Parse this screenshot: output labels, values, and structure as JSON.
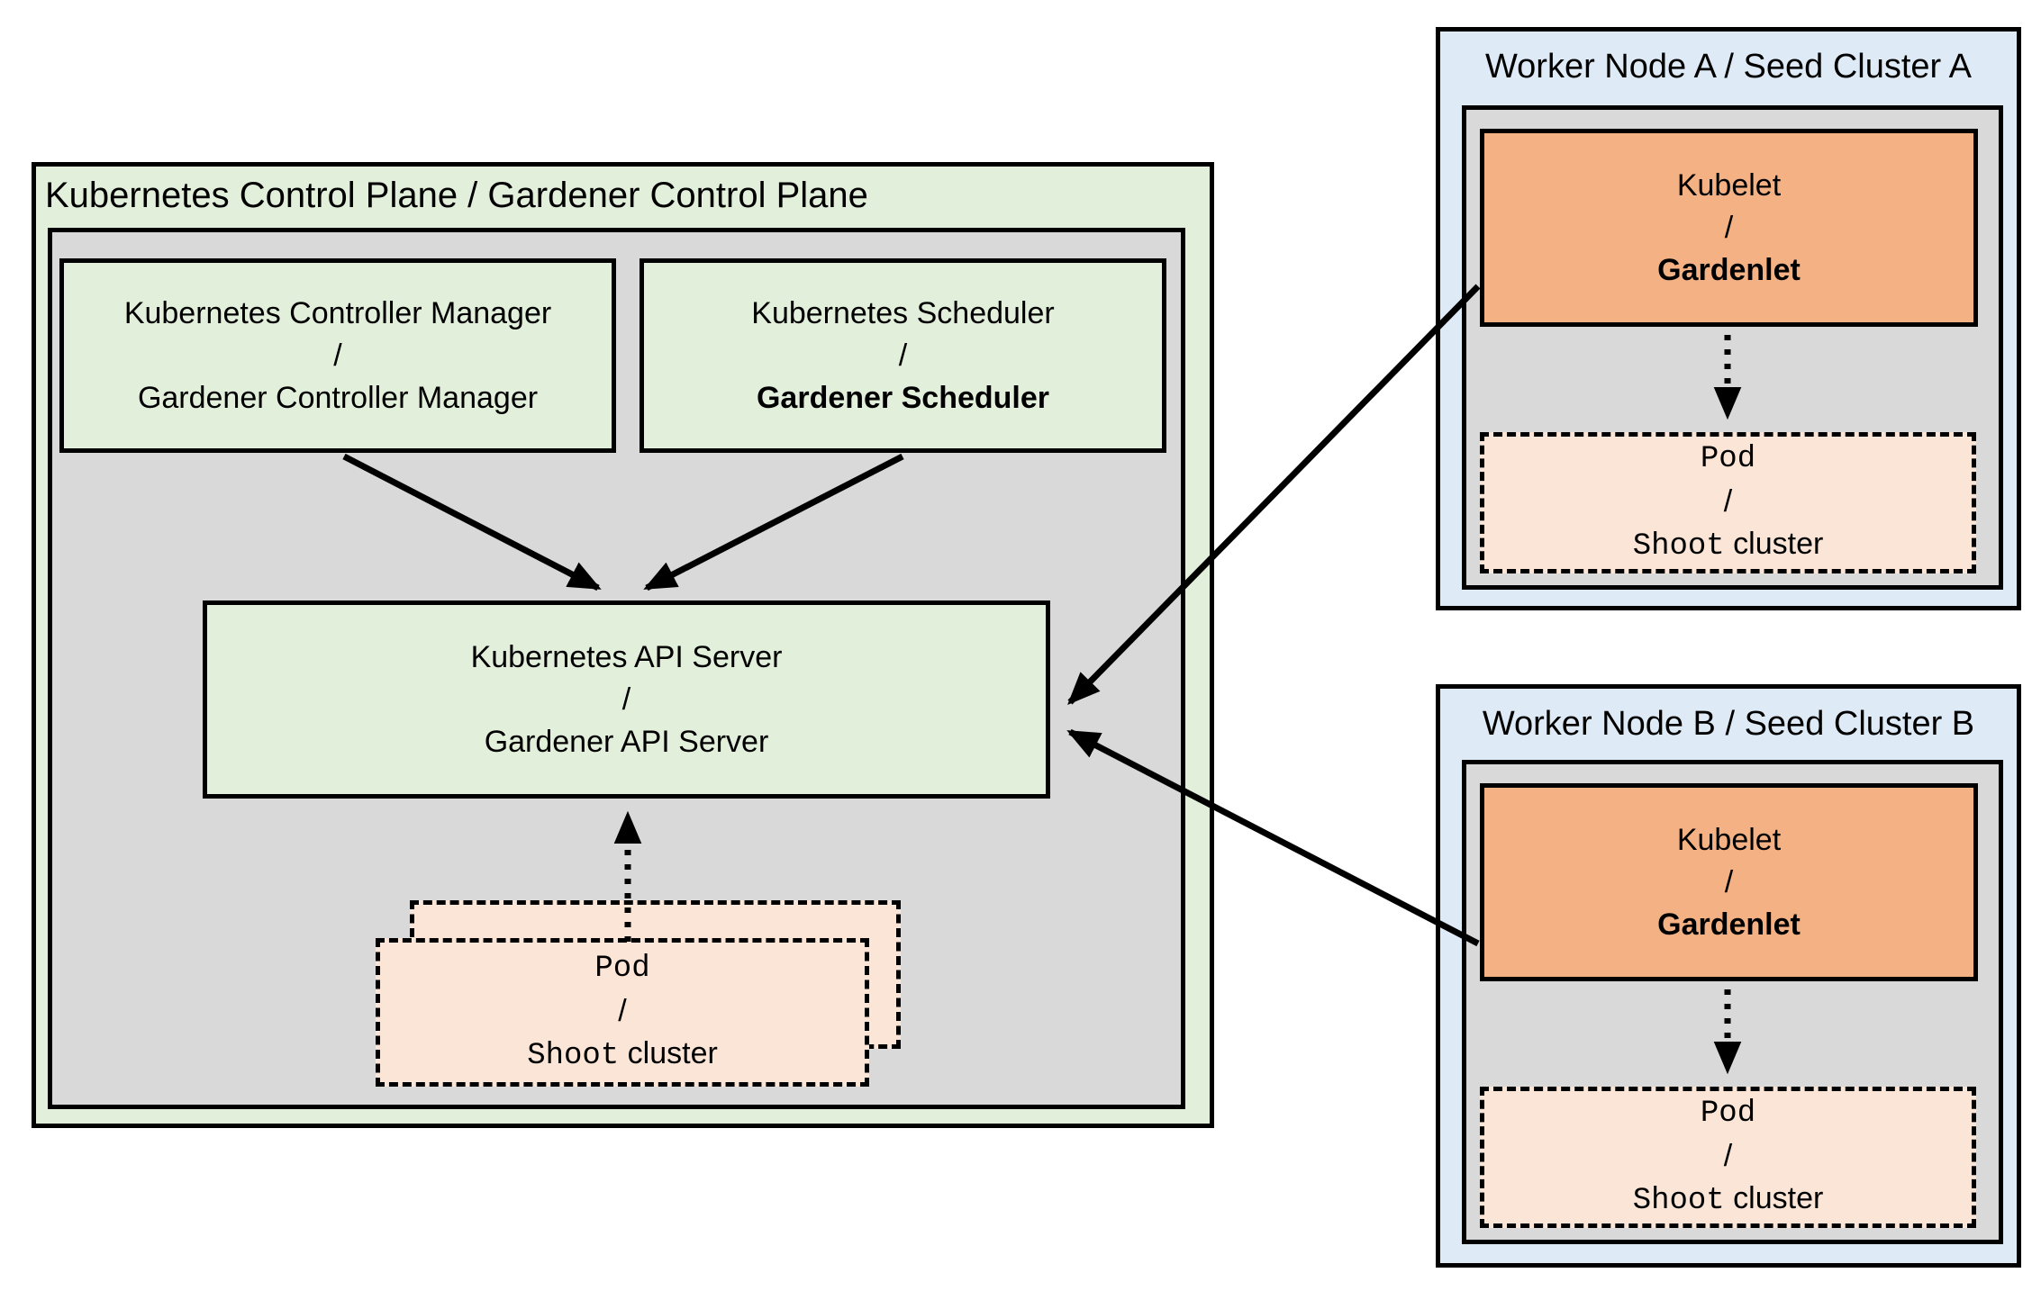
{
  "colors": {
    "control_plane_bg": "#E2EFDA",
    "inner_panel_bg": "#D9D9D9",
    "component_box_bg": "#E2EFDA",
    "worker_node_bg": "#DEEBF7",
    "kubelet_box_bg": "#F4B183",
    "pod_box_bg": "#FBE5D6",
    "line_color": "#000000"
  },
  "control_plane": {
    "title": "Kubernetes Control Plane / Gardener Control Plane",
    "controller_manager": {
      "line1": "Kubernetes Controller Manager",
      "separator": "/",
      "line2": "Gardener Controller Manager"
    },
    "scheduler": {
      "line1": "Kubernetes Scheduler",
      "separator": "/",
      "line2": "Gardener Scheduler"
    },
    "api_server": {
      "line1": "Kubernetes API Server",
      "separator": "/",
      "line2": "Gardener API Server"
    },
    "pod_stack": {
      "line1": "Pod",
      "separator": "/",
      "line2_mono": "Shoot",
      "line2_sans": "cluster"
    }
  },
  "worker_node_a": {
    "title": "Worker Node A / Seed Cluster A",
    "kubelet": {
      "line1": "Kubelet",
      "separator": "/",
      "line2": "Gardenlet"
    },
    "pod": {
      "line1": "Pod",
      "separator": "/",
      "line2_mono": "Shoot",
      "line2_sans": "cluster"
    }
  },
  "worker_node_b": {
    "title": "Worker Node B / Seed Cluster B",
    "kubelet": {
      "line1": "Kubelet",
      "separator": "/",
      "line2": "Gardenlet"
    },
    "pod": {
      "line1": "Pod",
      "separator": "/",
      "line2_mono": "Shoot",
      "line2_sans": "cluster"
    }
  }
}
